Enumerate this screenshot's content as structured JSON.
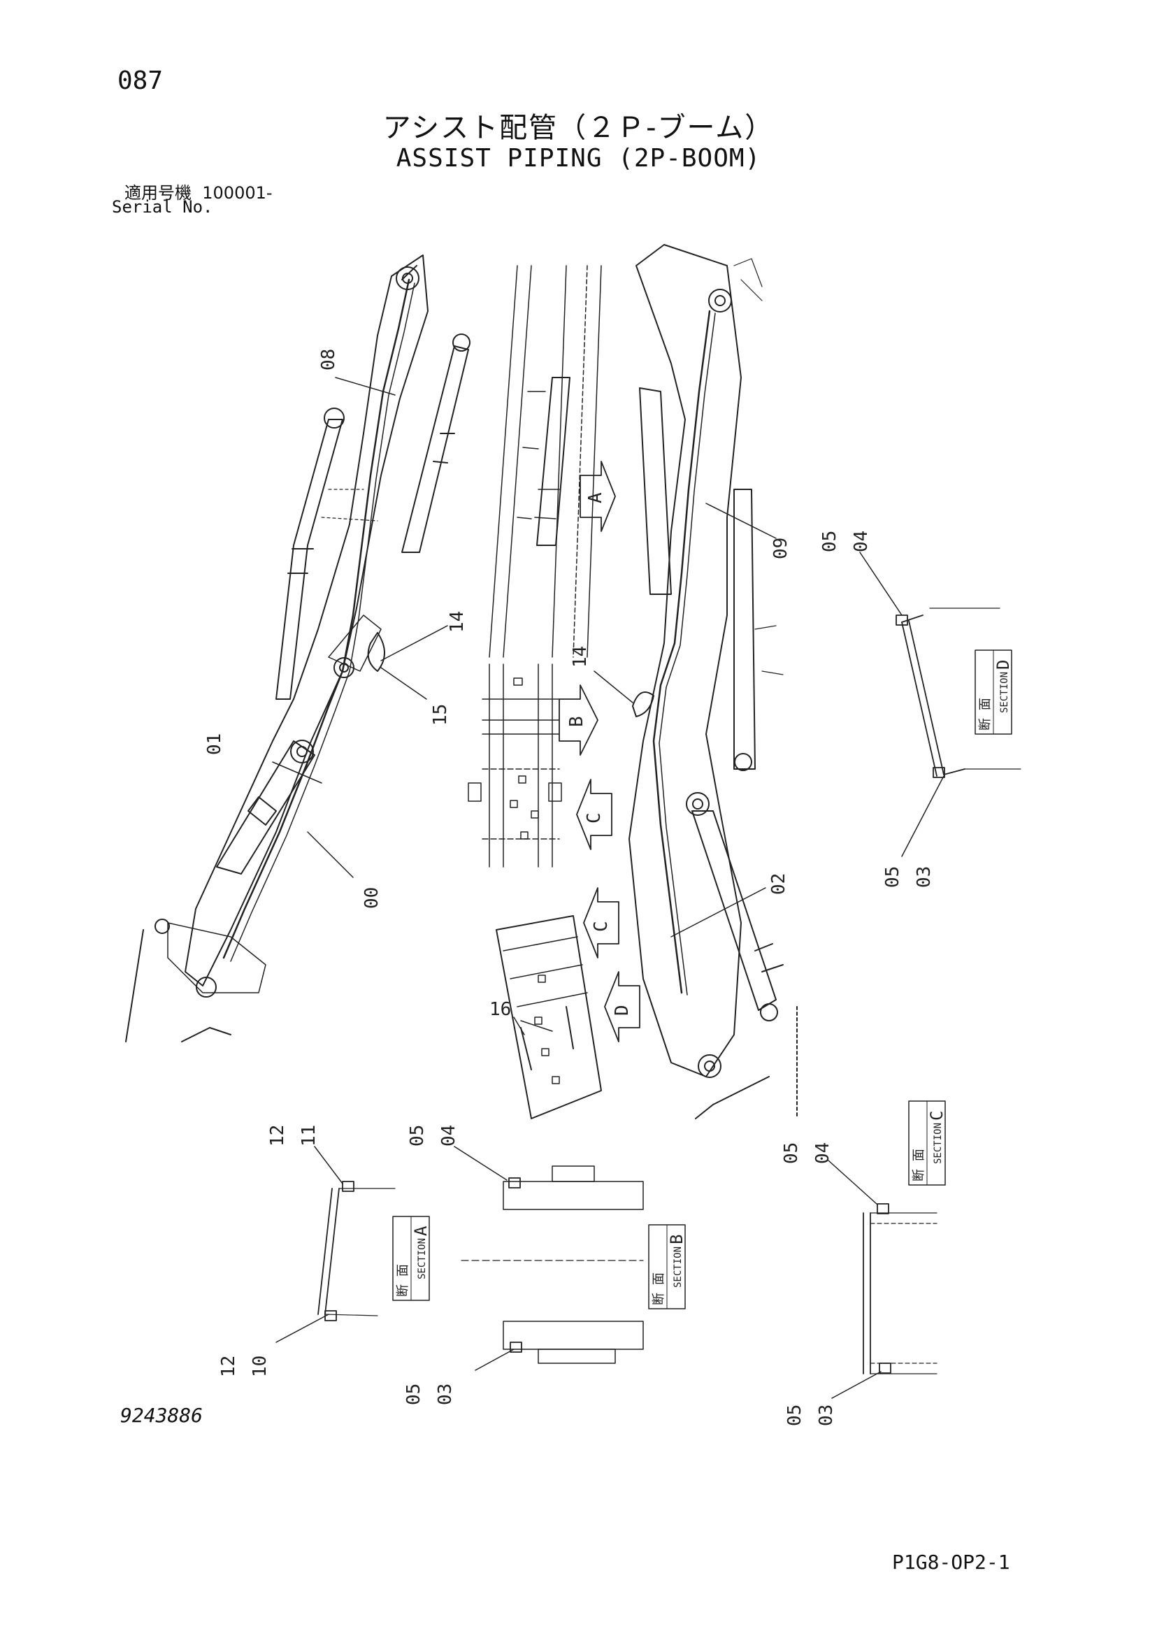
{
  "header": {
    "page_number": "087",
    "title_jp": "アシスト配管（２Ｐ-ブーム）",
    "title_en": "ASSIST PIPING (2P-BOOM)",
    "serial_label_jp": "適用号機",
    "serial_value": "100001-",
    "serial_label_en": "Serial No."
  },
  "callouts": {
    "c08": "08",
    "c09": "09",
    "c14a": "14",
    "c14b": "14",
    "c15": "15",
    "c01": "01",
    "c00": "00",
    "c02": "02",
    "c16": "16",
    "d_top": "05",
    "d_top2": "04",
    "d_bot": "05",
    "d_bot2": "03",
    "a_top": "12",
    "a_top2": "11",
    "a_bot": "12",
    "a_bot2": "10",
    "b_top": "05",
    "b_top2": "04",
    "b_bot": "05",
    "b_bot2": "03",
    "c_top": "05",
    "c_top2": "04",
    "c_bot": "05",
    "c_bot2": "03"
  },
  "view_markers": {
    "a": "A",
    "b": "B",
    "c1": "C",
    "c2": "C",
    "d": "D"
  },
  "section_labels": {
    "jp": "断 面",
    "en": "SECTION",
    "a": "A",
    "b": "B",
    "c": "C",
    "d": "D"
  },
  "footer": {
    "drawing_number": "9243886",
    "page_code": "P1G8-OP2-1"
  }
}
